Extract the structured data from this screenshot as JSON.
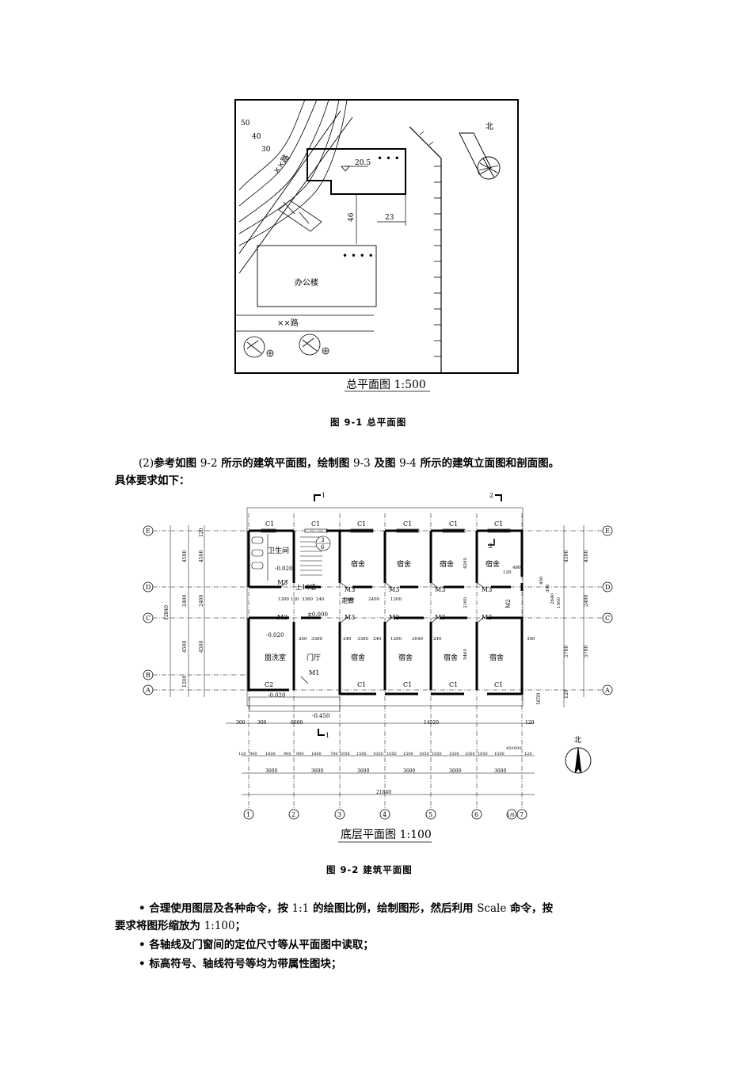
{
  "site_plan": {
    "title": "总平面图 1:500",
    "contours": [
      "50",
      "40",
      "30"
    ],
    "road_diag": "××路",
    "road_bottom": "××路",
    "elevation": "20.5",
    "dim_vertical": "46",
    "dim_horizontal": "23",
    "building_label": "办公楼",
    "north": "北"
  },
  "figure1_caption": "图 9-1   总平面图",
  "intro": {
    "prefix": "(2)",
    "text1": "参考如图 ",
    "ref1": "9-2",
    "text2": " 所示的建筑平面图，绘制图 ",
    "ref2": "9-3",
    "text3": " 及图 ",
    "ref3": "9-4",
    "text4": " 所示的建筑立面图和剖面图。",
    "line2": "具体要求如下："
  },
  "floor_plan": {
    "title": "底层平面图 1:100",
    "section_marks": [
      "1",
      "2",
      "1",
      "2"
    ],
    "axes_letters": [
      "E",
      "D",
      "C",
      "B",
      "A"
    ],
    "axes_numbers": [
      "1",
      "2",
      "3",
      "4",
      "5",
      "6",
      "1/6",
      "7"
    ],
    "window_labels": [
      "C1",
      "C1",
      "C1",
      "C1",
      "C1",
      "C1",
      "C1",
      "C1",
      "C1",
      "C1",
      "C2"
    ],
    "room_bathroom": "卫生间",
    "room_dorm": "宿舍",
    "room_washroom": "盥洗室",
    "room_hall": "门厅",
    "room_corridor": "走廊",
    "stairs": "上18级",
    "doors": [
      "M3",
      "M3",
      "M3",
      "M3",
      "M3",
      "M3",
      "M3",
      "M3",
      "M3",
      "M3",
      "M2",
      "M1"
    ],
    "elevations": [
      "-0.020",
      "±0.000",
      "-0.020",
      "-0.020",
      "-0.450"
    ],
    "stair_fraction": [
      "3",
      "6"
    ],
    "dims_left": [
      "4500",
      "2400",
      "4500",
      "1200",
      "120",
      "12840"
    ],
    "dims_right": [
      "4500",
      "2400",
      "5700",
      "120",
      "1650"
    ],
    "dims_bottom_row1": [
      "300",
      "300",
      "6600",
      "14520",
      "120"
    ],
    "dims_bottom_row2": [
      "120",
      "900",
      "1800",
      "900",
      "900",
      "1800",
      "780",
      "1050",
      "1500",
      "1050",
      "1050",
      "1500",
      "1050",
      "1050",
      "1500",
      "1050",
      "1050",
      "1500",
      "450",
      "600",
      "120"
    ],
    "dims_bottom_row3": [
      "3600",
      "3600",
      "3600",
      "3600",
      "3600",
      "3600"
    ],
    "dims_total": "21840",
    "inner_dims": [
      "1200",
      "120",
      "3360",
      "240",
      "1200",
      "2400",
      "1200",
      "240",
      "3360",
      "240",
      "3360",
      "240",
      "1200",
      "2040",
      "240",
      "4260",
      "2160",
      "5460",
      "480",
      "120",
      "300",
      "450",
      "300",
      "2640",
      "1500"
    ],
    "north": "北"
  },
  "figure2_caption": "图 9-2   建筑平面图",
  "bullets": [
    {
      "a": "合理使用图层及各种命令，按 ",
      "b": "1:1",
      "c": " 的绘图比例，绘制图形，然后利用 ",
      "d": "Scale",
      "e": " 命令，按"
    },
    {
      "a": "要求将图形缩放为 ",
      "b": "1:100",
      "c": "；"
    },
    {
      "a": "各轴线及门窗间的定位尺寸等从平面图中读取；"
    },
    {
      "a": "标高符号、轴线符号等均为带属性图块；"
    }
  ],
  "bullet_symbol": "•"
}
